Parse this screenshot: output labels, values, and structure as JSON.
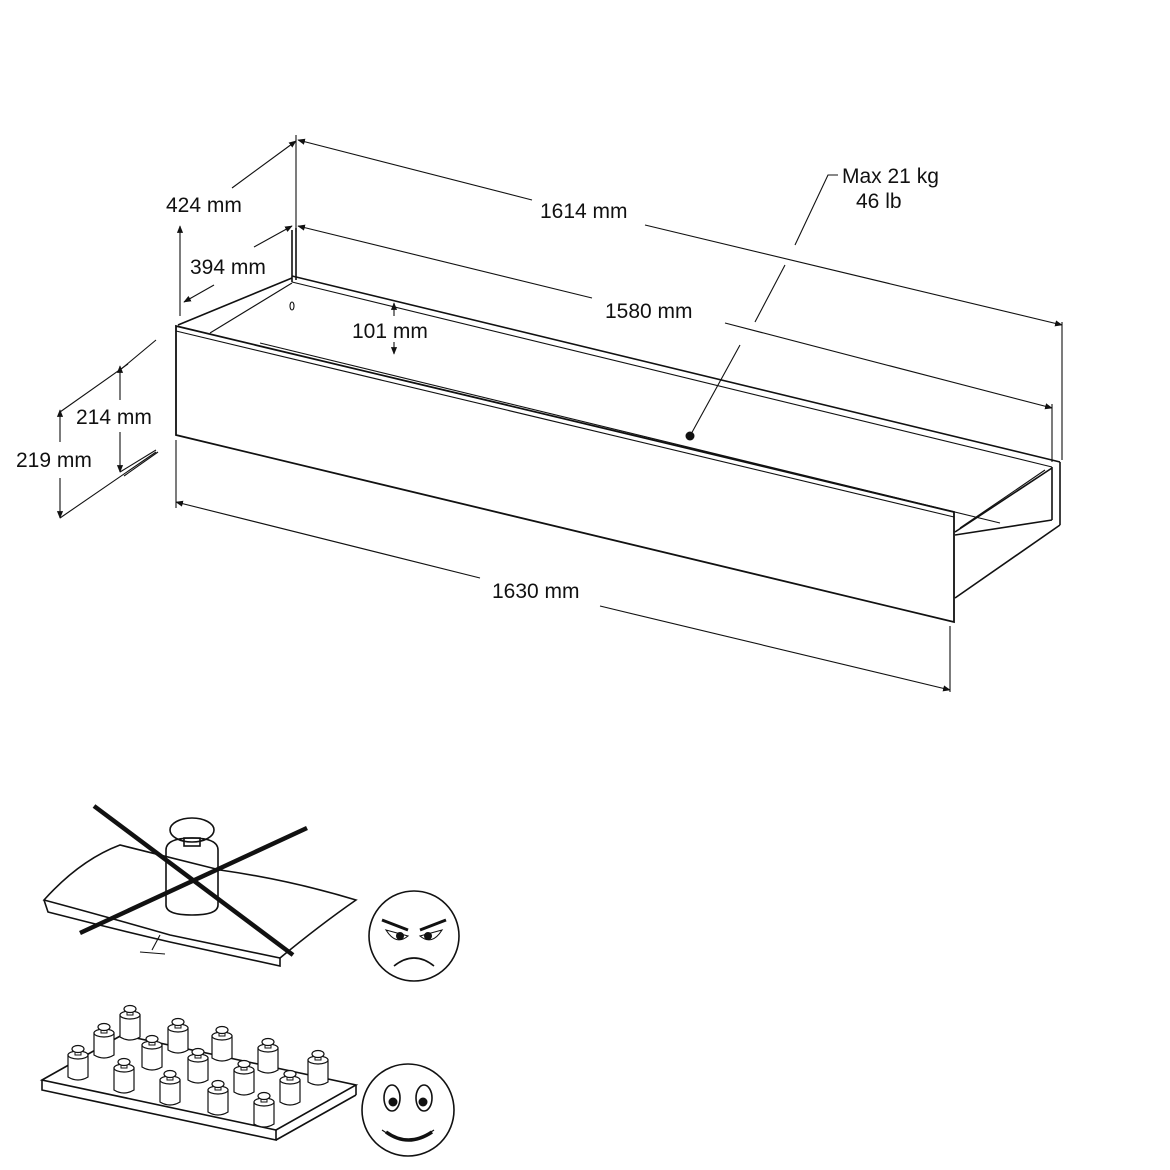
{
  "dimensions": {
    "outer_depth": "424 mm",
    "inner_depth": "394 mm",
    "outer_width": "1614 mm",
    "inner_width": "1580 mm",
    "inner_height": "101 mm",
    "front_height": "214 mm",
    "total_height": "219 mm",
    "front_width": "1630 mm"
  },
  "load": {
    "max_kg": "Max 21 kg",
    "max_lb": "46 lb"
  },
  "icons": {
    "bad_usage": "point-load-crossed-icon",
    "bad_face": "angry-face-icon",
    "good_usage": "distributed-load-icon",
    "good_face": "happy-face-icon"
  },
  "colors": {
    "line": "#111111",
    "background": "#ffffff"
  }
}
